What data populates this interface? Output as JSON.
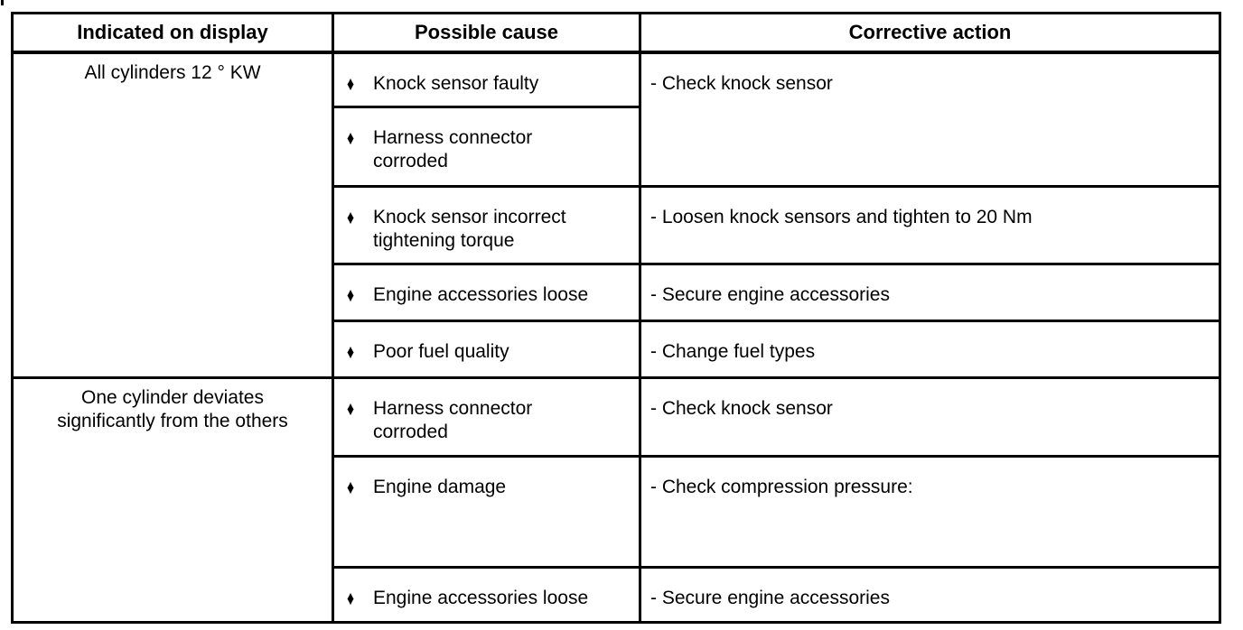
{
  "table": {
    "bullet": "♦",
    "headers": {
      "display": "Indicated on display",
      "cause": "Possible cause",
      "action": "Corrective action"
    },
    "groups": [
      {
        "display": "All cylinders 12 ° KW",
        "rows": [
          {
            "cause": "Knock sensor faulty",
            "action": "- Check knock sensor"
          },
          {
            "cause": "Harness connector\ncorroded",
            "action": ""
          },
          {
            "cause": "Knock sensor incorrect\ntightening torque",
            "action": "- Loosen knock sensors and tighten to 20 Nm"
          },
          {
            "cause": "Engine accessories loose",
            "action": "- Secure engine accessories"
          },
          {
            "cause": "Poor fuel quality",
            "action": "- Change fuel types"
          }
        ]
      },
      {
        "display": "One cylinder deviates\nsignificantly from the others",
        "rows": [
          {
            "cause": "Harness connector\ncorroded",
            "action": "- Check knock sensor"
          },
          {
            "cause": "Engine damage",
            "action": "- Check compression pressure:"
          },
          {
            "cause": "Engine accessories loose",
            "action": "- Secure engine accessories"
          }
        ]
      }
    ]
  }
}
